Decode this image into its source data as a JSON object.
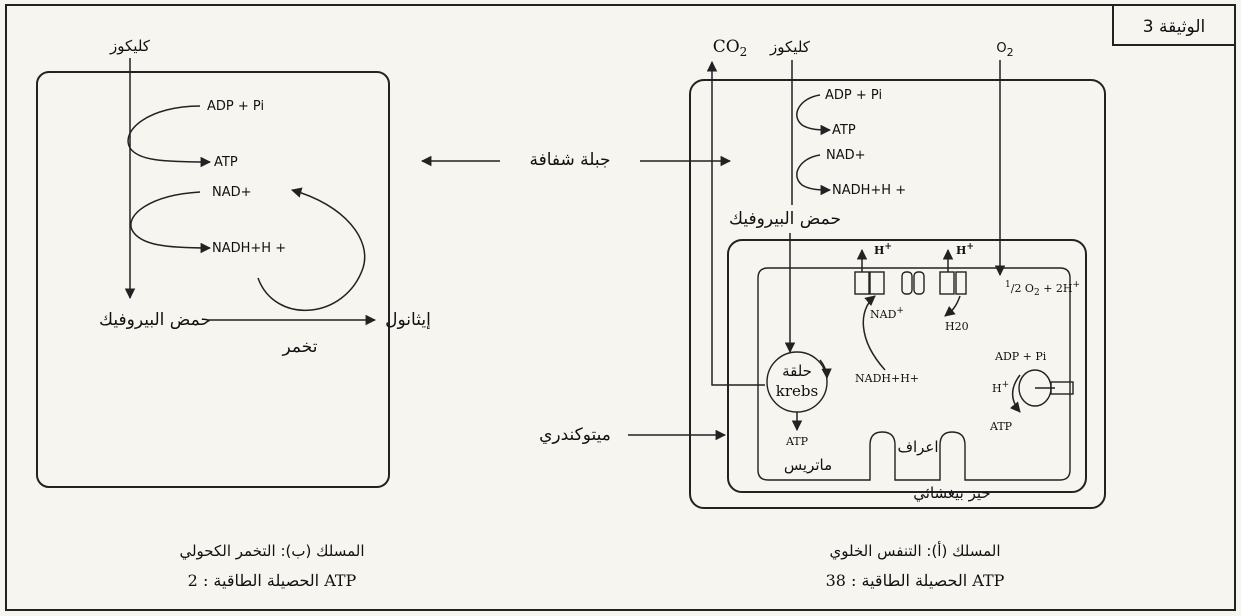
{
  "document_label": "الوثيقة 3",
  "shared": {
    "hyaloplasm": "جبلة شفافة",
    "mitochondrion": "ميتوكندري"
  },
  "path_a": {
    "glucose": "كليكوز",
    "co2": "CO2",
    "o2": "O2",
    "adp_pi": "ADP + Pi",
    "atp": "ATP",
    "nad": "NAD+",
    "nadh": "NADH+H +",
    "pyruvic_acid": "حمض البيروفيك",
    "krebs_cycle_word": "حلقة",
    "krebs": "krebs",
    "h_plus_1": "H+",
    "h_plus_2": "H+",
    "half_o2": "1/2 O2 + 2H+",
    "nad_inner": "NAD+",
    "nadh_inner": "NADH+H+",
    "h2o": "H20",
    "adp_pi_inner": "ADP + Pi",
    "h_plus_synthase": "H+",
    "atp_synthase": "ATP",
    "atp_matrix": "ATP",
    "matrix": "ماتريس",
    "cristae": "اعراف",
    "intermembrane_space": "حيز بيغشائي",
    "title": "المسلك (أ): التنفس الخلوي",
    "yield": "الحصيلة الطاقية : 38 ATP"
  },
  "path_b": {
    "glucose": "كليكوز",
    "adp_pi": "ADP + Pi",
    "atp": "ATP",
    "nad": "NAD+",
    "nadh": "NADH+H +",
    "pyruvic_acid": "حمض البيروفيك",
    "ethanol": "إيثانول",
    "fermentation": "تخمر",
    "title": "المسلك (ب): التخمر الكحولي",
    "yield": "الحصيلة الطاقية : 2 ATP"
  }
}
